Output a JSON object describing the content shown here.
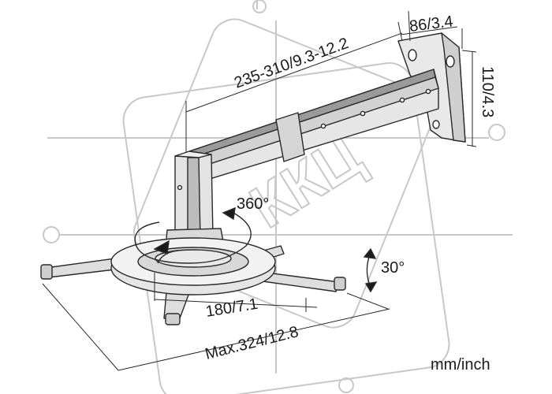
{
  "dimensions": {
    "arm_length": "235-310/9.3-12.2",
    "plate_width": "86/3.4",
    "plate_height": "110/4.3",
    "base_diameter": "180/7.1",
    "max_span": "Max.324/12.8"
  },
  "angles": {
    "rotation": "360°",
    "tilt": "30°"
  },
  "units": "mm/inch",
  "watermark": "ККЦ",
  "colors": {
    "line": "#2a2a2a",
    "metal_light": "#e6e6e6",
    "metal_mid": "#c9c9c9",
    "metal_dark": "#8c8c8c",
    "watermark": "#c8c8c8"
  }
}
